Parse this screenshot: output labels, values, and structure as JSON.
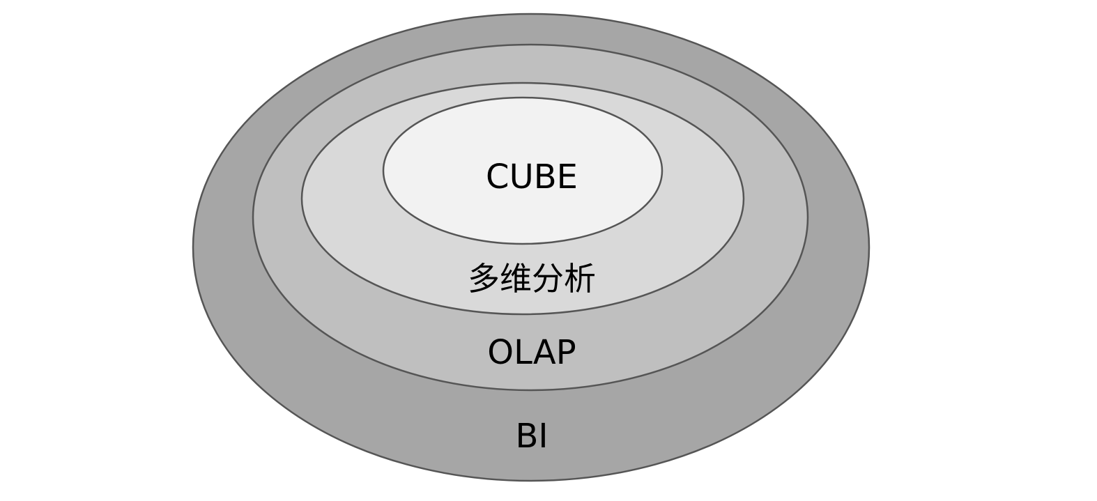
{
  "diagram": {
    "type": "nested-ellipses",
    "layers": [
      {
        "label": "BI",
        "fill": "#a6a6a6"
      },
      {
        "label": "OLAP",
        "fill": "#bfbfbf"
      },
      {
        "label": "多维分析",
        "fill": "#d9d9d9"
      },
      {
        "label": "CUBE",
        "fill": "#f2f2f2"
      }
    ],
    "stroke": "#555555"
  }
}
